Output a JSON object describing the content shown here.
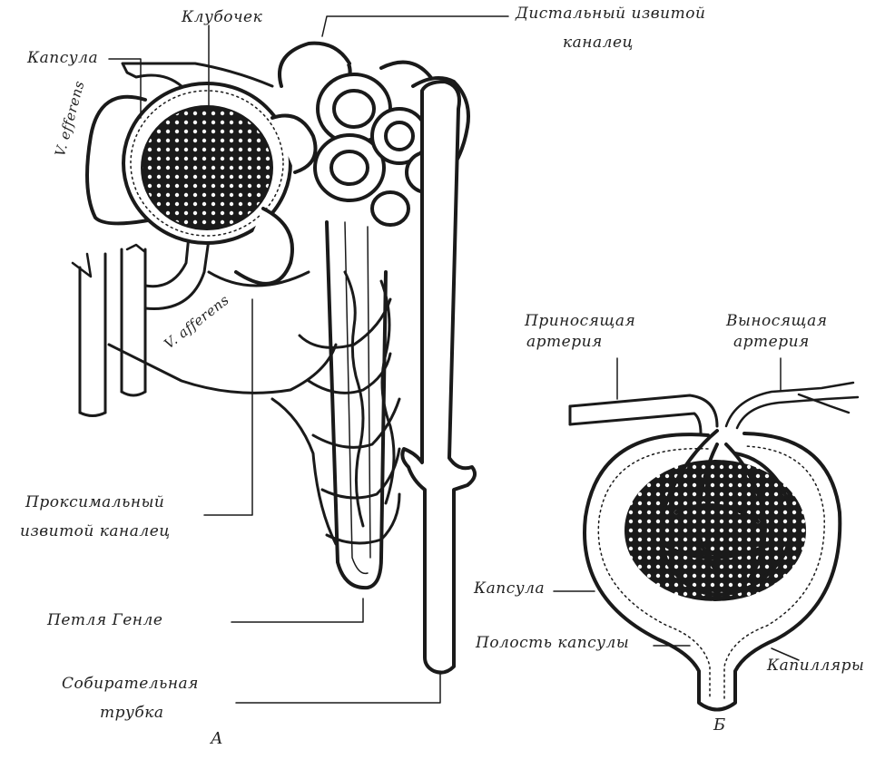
{
  "figure_a": {
    "panel_letter": "А",
    "labels": {
      "glomerulus": "Клубочек",
      "capsule": "Капсула",
      "vas_efferens": "V. efferens",
      "vas_afferens": "V. afferens",
      "distal_tubule_line1": "Дистальный извитой",
      "distal_tubule_line2": "каналец",
      "proximal_tubule_line1": "Проксимальный",
      "proximal_tubule_line2": "извитой каналец",
      "henle_loop": "Петля Генле",
      "collecting_duct_line1": "Собирательная",
      "collecting_duct_line2": "трубка"
    }
  },
  "figure_b": {
    "panel_letter": "Б",
    "labels": {
      "afferent_artery_line1": "Приносящая",
      "afferent_artery_line2": "артерия",
      "efferent_artery_line1": "Выносящая",
      "efferent_artery_line2": "артерия",
      "capsule": "Капсула",
      "capsule_cavity": "Полость капсулы",
      "capillaries": "Капилляры"
    }
  }
}
